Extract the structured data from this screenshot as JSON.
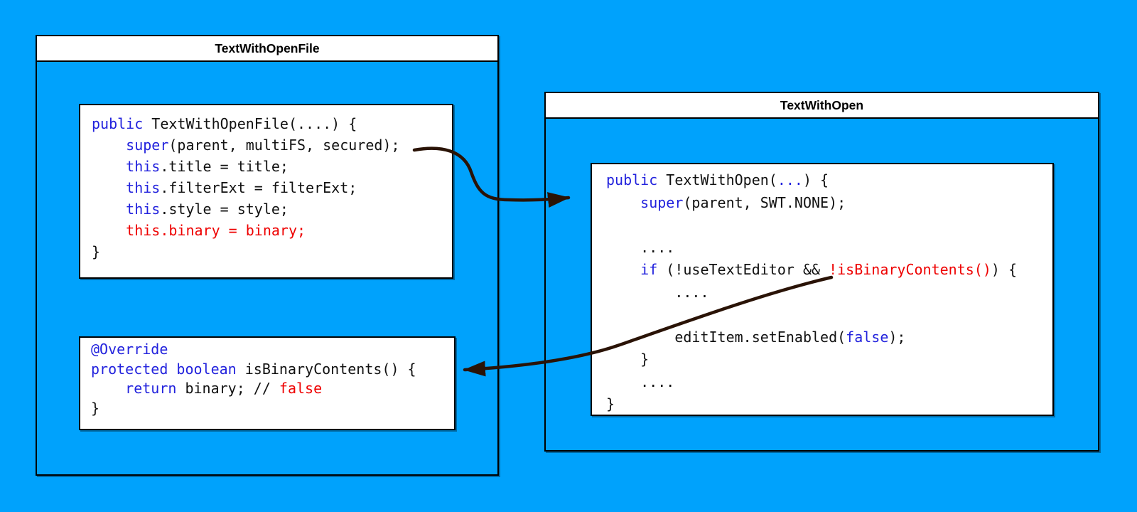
{
  "colors": {
    "background": "#00A2FC",
    "box_border": "#000000",
    "panel_fill": "#FFFFFF",
    "keyword_blue": "#2222DD",
    "highlight_red": "#EE0000",
    "code_black": "#111111",
    "arrow_dark": "#2A1306"
  },
  "left_class": {
    "title": "TextWithOpenFile",
    "constructor_code": [
      [
        [
          "k",
          "public"
        ],
        [
          "p",
          " TextWithOpenFile(....) {"
        ]
      ],
      [
        [
          "p",
          "    "
        ],
        [
          "k",
          "super"
        ],
        [
          "p",
          "(parent, multiFS, secured);"
        ]
      ],
      [
        [
          "p",
          "    "
        ],
        [
          "k",
          "this"
        ],
        [
          "p",
          ".title = title;"
        ]
      ],
      [
        [
          "p",
          "    "
        ],
        [
          "k",
          "this"
        ],
        [
          "p",
          ".filterExt = filterExt;"
        ]
      ],
      [
        [
          "p",
          "    "
        ],
        [
          "k",
          "this"
        ],
        [
          "p",
          ".style = style;"
        ]
      ],
      [
        [
          "p",
          "    "
        ],
        [
          "r",
          "this.binary = binary;"
        ]
      ],
      [
        [
          "p",
          "}"
        ]
      ]
    ],
    "override_code": [
      [
        [
          "k",
          "@Override"
        ]
      ],
      [
        [
          "k",
          "protected boolean"
        ],
        [
          "p",
          " isBinaryContents() {"
        ]
      ],
      [
        [
          "p",
          "    "
        ],
        [
          "k",
          "return"
        ],
        [
          "p",
          " binary; // "
        ],
        [
          "r",
          "false"
        ]
      ],
      [
        [
          "p",
          "}"
        ]
      ]
    ]
  },
  "right_class": {
    "title": "TextWithOpen",
    "constructor_code": [
      [
        [
          "k",
          "public"
        ],
        [
          "p",
          " TextWithOpen("
        ],
        [
          "k",
          "..."
        ],
        [
          "p",
          ") {"
        ]
      ],
      [
        [
          "p",
          "    "
        ],
        [
          "k",
          "super"
        ],
        [
          "p",
          "(parent, SWT.NONE);"
        ]
      ],
      [],
      [
        [
          "p",
          "    ...."
        ]
      ],
      [
        [
          "p",
          "    "
        ],
        [
          "k",
          "if"
        ],
        [
          "p",
          " (!useTextEditor && "
        ],
        [
          "r",
          "!isBinaryContents()"
        ],
        [
          "p",
          ") {"
        ]
      ],
      [
        [
          "p",
          "        ...."
        ]
      ],
      [],
      [
        [
          "p",
          "        editItem.setEnabled("
        ],
        [
          "k",
          "false"
        ],
        [
          "p",
          ");"
        ]
      ],
      [
        [
          "p",
          "    }"
        ]
      ],
      [
        [
          "p",
          "    ...."
        ]
      ],
      [
        [
          "p",
          "}"
        ]
      ]
    ]
  }
}
